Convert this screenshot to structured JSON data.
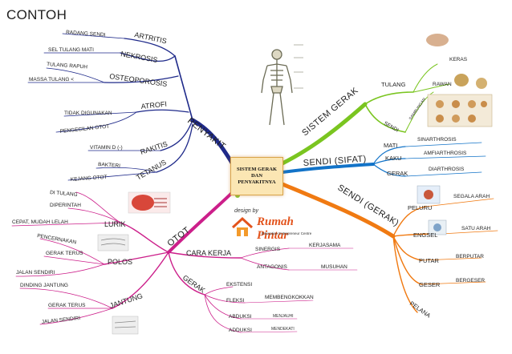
{
  "title": "CONTOH",
  "center": {
    "text": "SISTEM GERAK DAN PENYAKITNYA"
  },
  "logo": {
    "design_by": "design by",
    "brand": "Rumah Pintar",
    "tagline": "Education Entrepreneur Centre"
  },
  "colors": {
    "penyakit": "#1f2a8a",
    "sistem_gerak": "#7ac520",
    "sendi_sifat": "#1273c8",
    "sendi_gerak": "#f07a12",
    "otot": "#cc1f8a",
    "center_fill": "#fbe6b3"
  },
  "penyakit": {
    "label": "PENYAKIT",
    "artritis": {
      "label": "ARTRITIS",
      "note": "RADANG SENDI"
    },
    "nekrosis": {
      "label": "NEKROSIS",
      "note": "SEL TULANG MATI"
    },
    "osteoporosis": {
      "label": "OSTEOPOROSIS",
      "note1": "TULANG RAPUH",
      "note2": "MASSA TULANG <"
    },
    "atrofi": {
      "label": "ATROFI",
      "note1": "TIDAK DIGUNAKAN",
      "note2": "PENGECILAN OTOT"
    },
    "rakitis": {
      "label": "RAKITIS",
      "note": "VITAMIN D (-)"
    },
    "tetanus": {
      "label": "TETANUS",
      "note1": "BAKTERI",
      "note2": "KEJANG OTOT"
    }
  },
  "sistem_gerak": {
    "label": "SISTEM GERAK",
    "tulang": "TULANG",
    "sendi": "SENDI",
    "keras": "KERAS",
    "rawan": "RAWAN",
    "sambungan": "SAMBUNGAN"
  },
  "sendi_sifat": {
    "label": "SENDI (SIFAT)",
    "mati": "MATI",
    "synarthrosis": "SINARTHROSIS",
    "kaku": "KAKU",
    "amfiarthrosis": "AMFIARTHROSIS",
    "gerak": "GERAK",
    "diarthrosis": "DIARTHROSIS"
  },
  "sendi_gerak": {
    "label": "SENDI (GERAK)",
    "peluru": "PELURU",
    "segala_arah": "SEGALA ARAH",
    "engsel": "ENGSEL",
    "satu_arah": "SATU ARAH",
    "putar": "PUTAR",
    "berputar": "BERPUTAR",
    "geser": "GESER",
    "bergeser": "BERGESER",
    "pelana": "PELANA"
  },
  "otot": {
    "label": "OTOT",
    "lurik": "LURIK",
    "di_tulang": "DI TULANG",
    "diperintah": "DIPERINTAH",
    "cepat": "CEPAT, MUDAH LELAH",
    "polos": "POLOS",
    "pencernakan": "PENCERNAKAN",
    "gerak_terus": "GERAK TERUS",
    "jalan_sendiri": "JALAN SENDIRI",
    "jantung": "JANTUNG",
    "dinding_jantung": "DINDING JANTUNG",
    "gerak_terus2": "GERAK TERUS",
    "jalan_sendiri2": "JALAN SENDIRI",
    "cara_kerja": "CARA KERJA",
    "sinergis": "SINERGIS",
    "kerjasama": "KERJASAMA",
    "antagonis": "ANTAGONIS",
    "musuhan": "MUSUHAN",
    "gerak": "GERAK",
    "ekstensi": "EKSTENSI",
    "fleksi": "FLEKSI",
    "membengkokkan": "MEMBENGKOKKAN",
    "abduksi": "ABDUKSI",
    "abduksi_note": "MENJAUHI",
    "adduksi": "ADDUKSI",
    "adduksi_note": "MENDEKATI"
  }
}
